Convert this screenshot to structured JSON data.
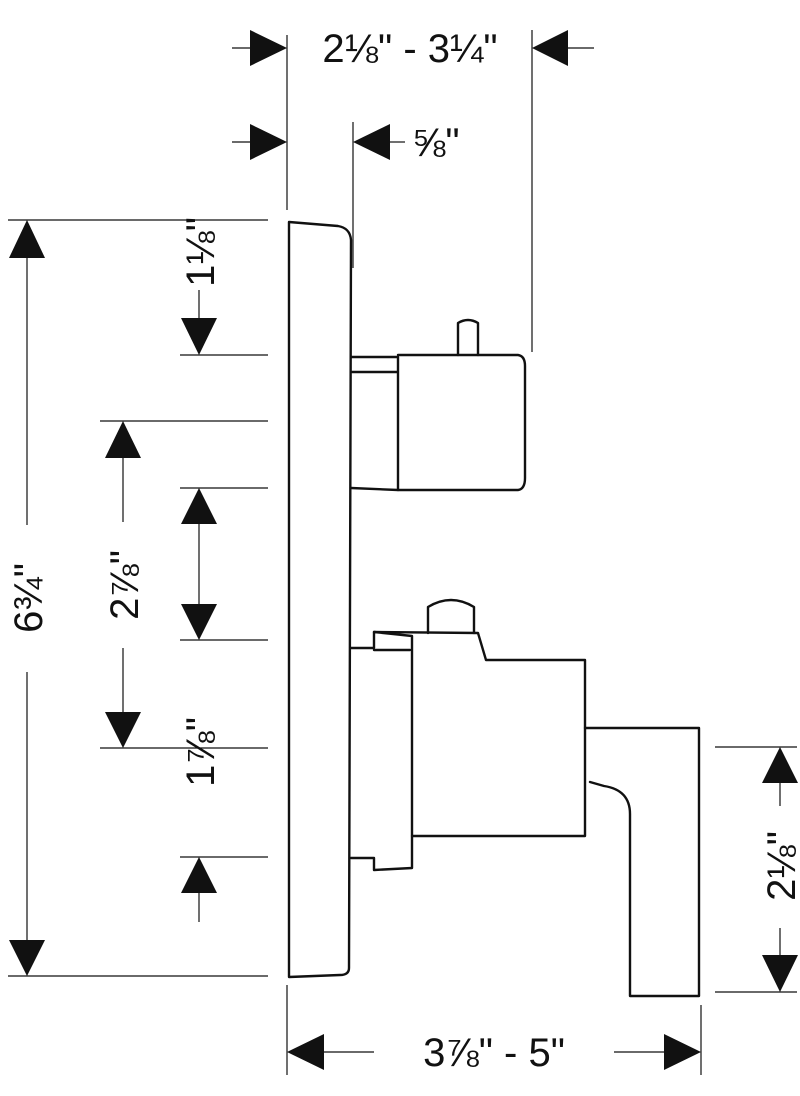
{
  "figure": {
    "product": "thermostatic trim with volume control – rough dimension drawing",
    "line_color": "#111111",
    "background": "#ffffff"
  },
  "dimensions": {
    "top_span": "2⅛\" - 3¼\"",
    "stem_offset": "⅝\"",
    "plate_height": "6¾\"",
    "plate_top_to_knob": "1⅛\"",
    "knob_to_valve": "2⅞\"",
    "valve_to_bottom": "1⅞\"",
    "handle_height": "2⅛\"",
    "bottom_span": "3⅞\" - 5\""
  }
}
